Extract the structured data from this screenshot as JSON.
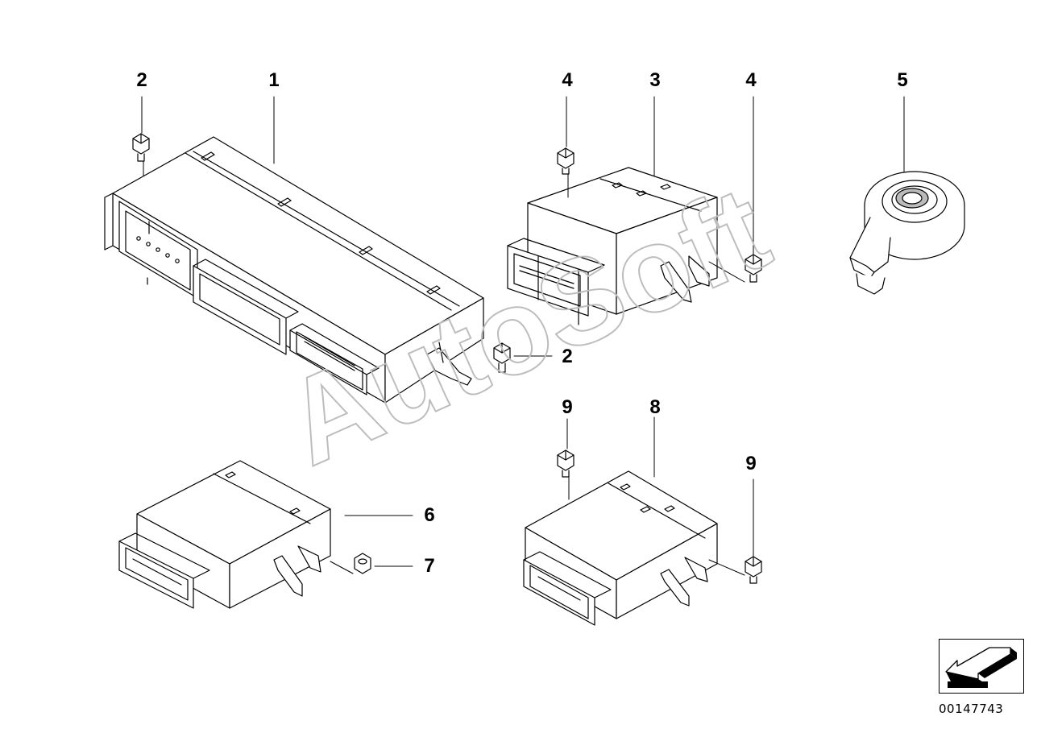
{
  "watermark": "AutoSoft",
  "catalog_number": "00147743",
  "callouts": {
    "c1": "1",
    "c2a": "2",
    "c2b": "2",
    "c3": "3",
    "c4a": "4",
    "c4b": "4",
    "c5": "5",
    "c6": "6",
    "c7": "7",
    "c8": "8",
    "c9a": "9",
    "c9b": "9"
  },
  "icons": {
    "nav": "arrow-left-down-icon"
  },
  "colors": {
    "line": "#000000",
    "watermark": "#cfcfcf"
  }
}
